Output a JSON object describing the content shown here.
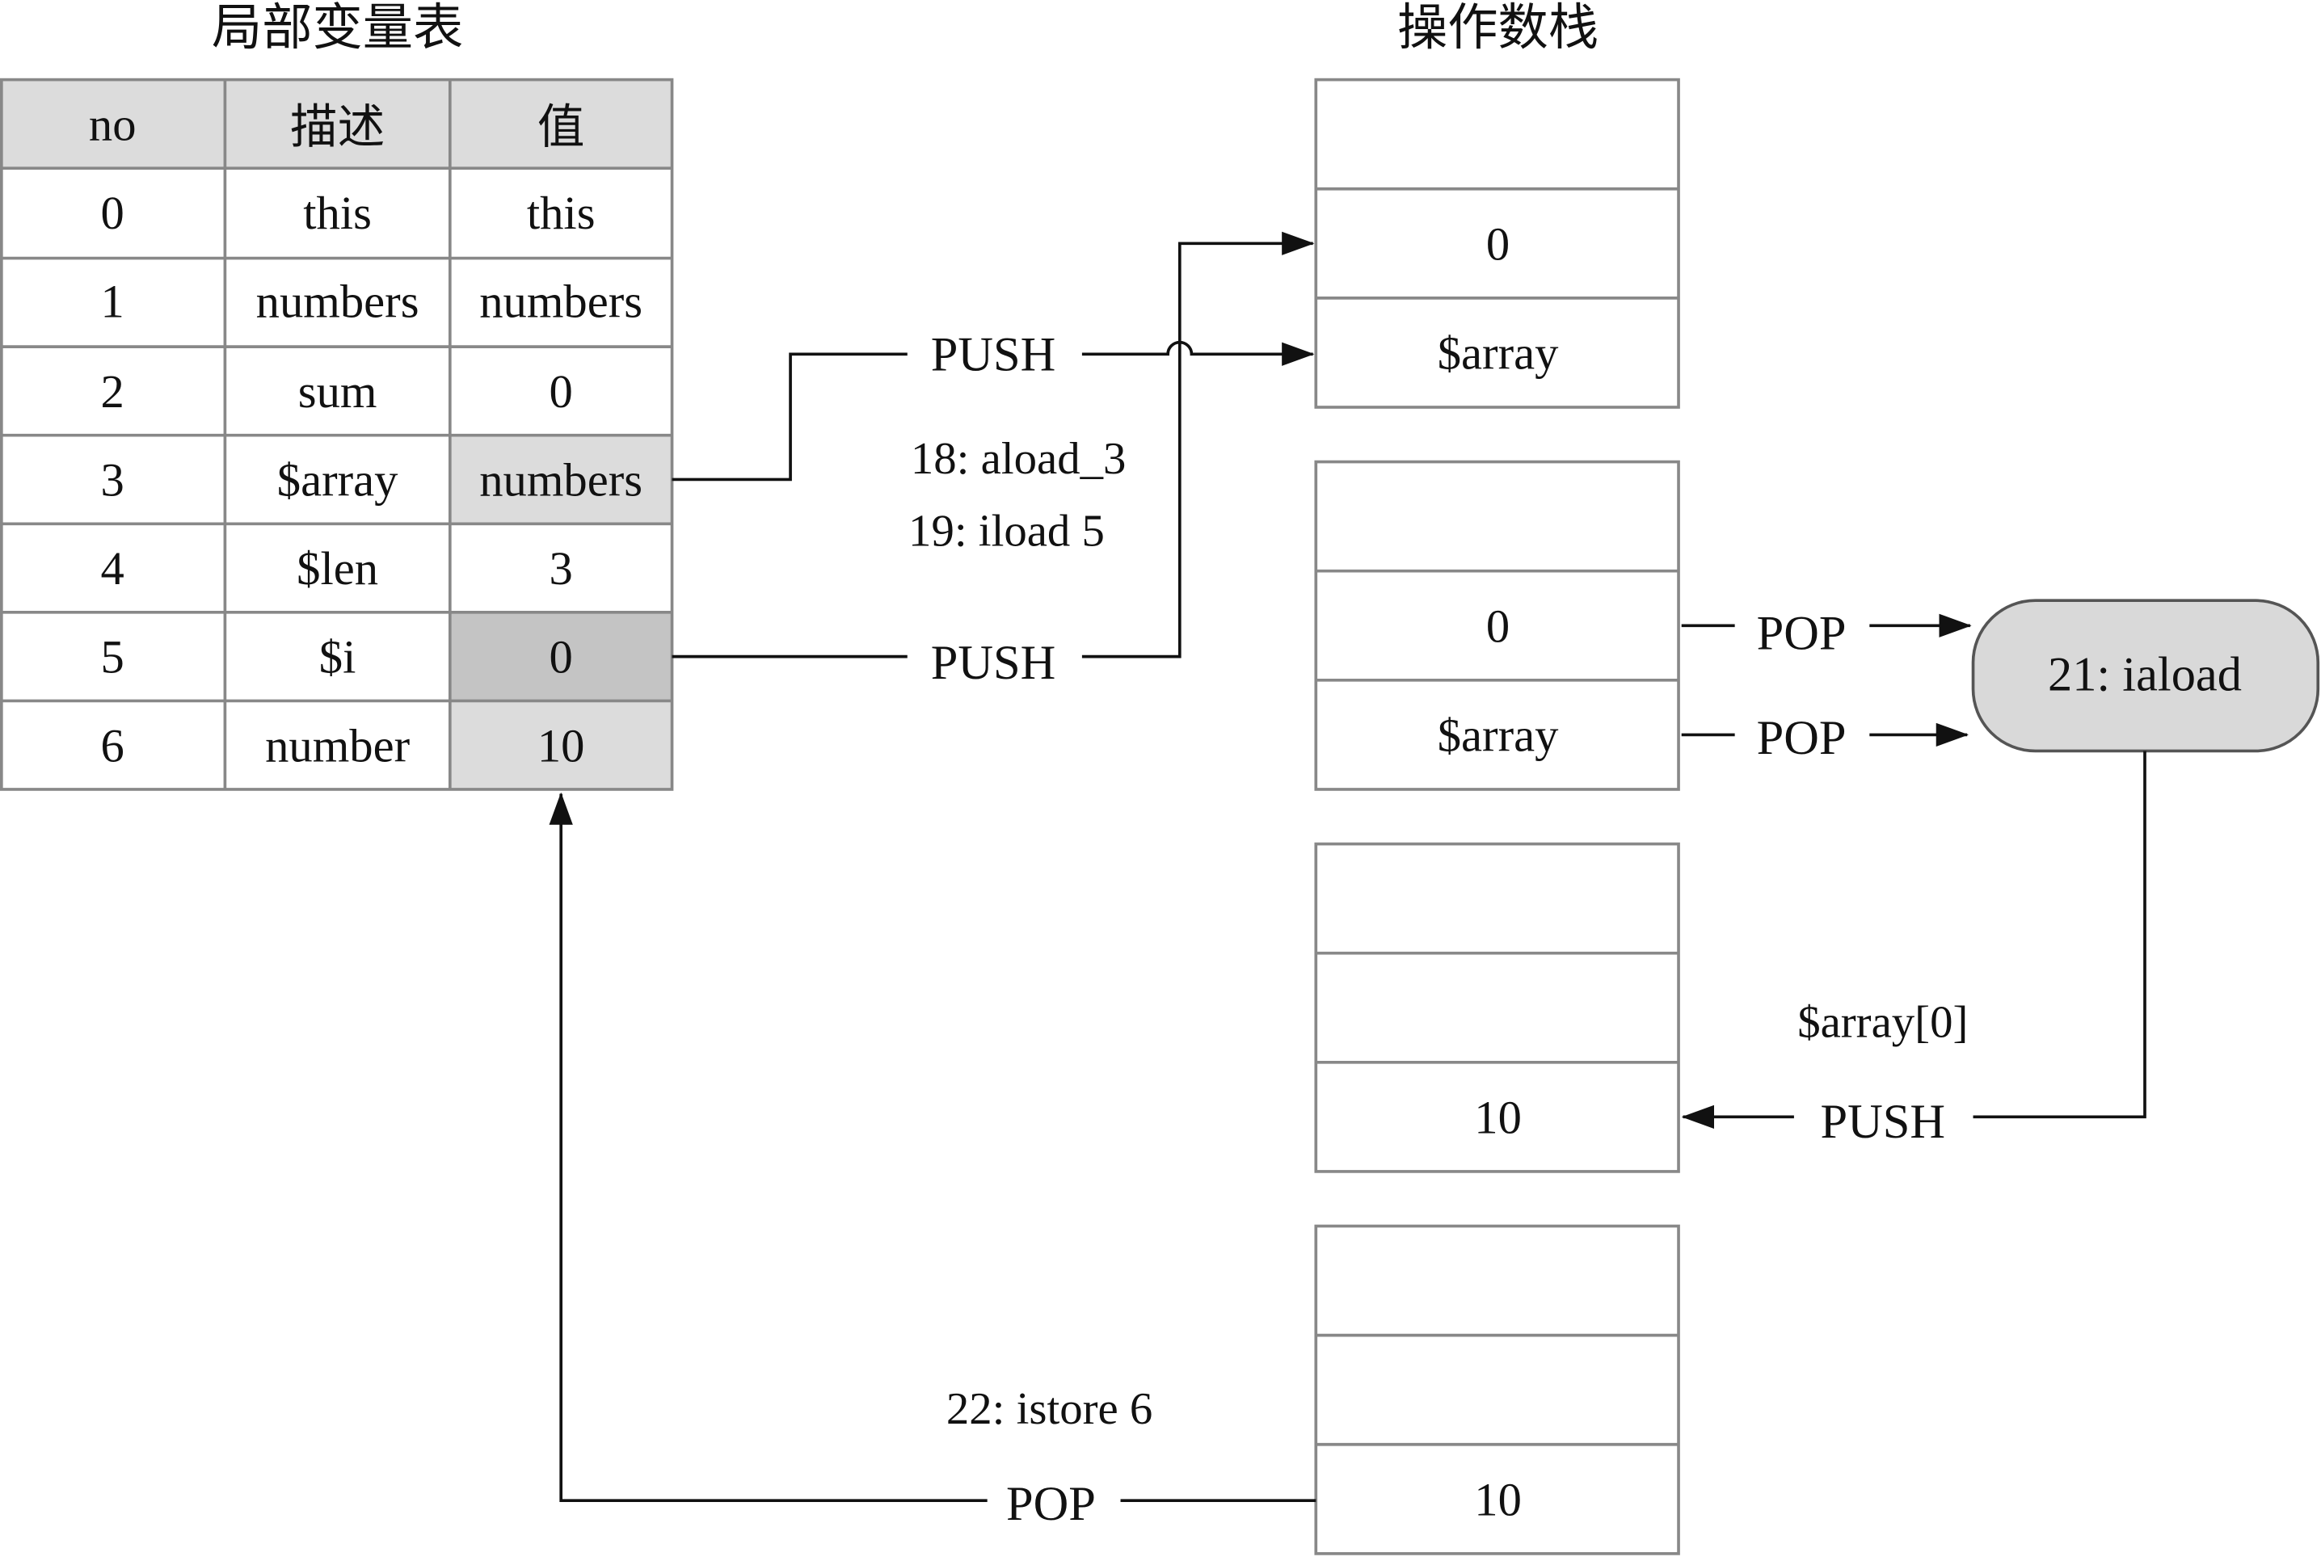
{
  "local_table": {
    "title": "局部变量表",
    "headers": [
      "no",
      "描述",
      "值"
    ],
    "rows": [
      {
        "no": "0",
        "desc": "this",
        "value": "this",
        "highlight": "none"
      },
      {
        "no": "1",
        "desc": "numbers",
        "value": "numbers",
        "highlight": "none"
      },
      {
        "no": "2",
        "desc": "sum",
        "value": "0",
        "highlight": "none"
      },
      {
        "no": "3",
        "desc": "$array",
        "value": "numbers",
        "highlight": "light"
      },
      {
        "no": "4",
        "desc": "$len",
        "value": "3",
        "highlight": "none"
      },
      {
        "no": "5",
        "desc": "$i",
        "value": "0",
        "highlight": "dark"
      },
      {
        "no": "6",
        "desc": "number",
        "value": "10",
        "highlight": "light"
      }
    ]
  },
  "operand_stack": {
    "title": "操作数栈",
    "stacks": [
      {
        "cells": [
          "",
          "0",
          "$array"
        ]
      },
      {
        "cells": [
          "",
          "0",
          "$array"
        ]
      },
      {
        "cells": [
          "",
          "",
          "10"
        ]
      },
      {
        "cells": [
          "",
          "",
          "10"
        ]
      }
    ]
  },
  "labels": {
    "push_array": "PUSH",
    "push_i": "PUSH",
    "instr_aload": "18: aload_3",
    "instr_iload": "19: iload 5",
    "pop_top": "POP",
    "pop_bottom": "POP",
    "iaload_node": "21: iaload",
    "array_elem": "$array[0]",
    "push_result": "PUSH",
    "instr_istore": "22: istore 6",
    "pop_store": "POP"
  },
  "colors": {
    "header_fill": "#dcdcdc",
    "light_highlight": "#dcdcdc",
    "dark_highlight": "#c4c4c4",
    "node_fill": "#d9d9d9",
    "line": "#111111",
    "grid": "#888888"
  }
}
